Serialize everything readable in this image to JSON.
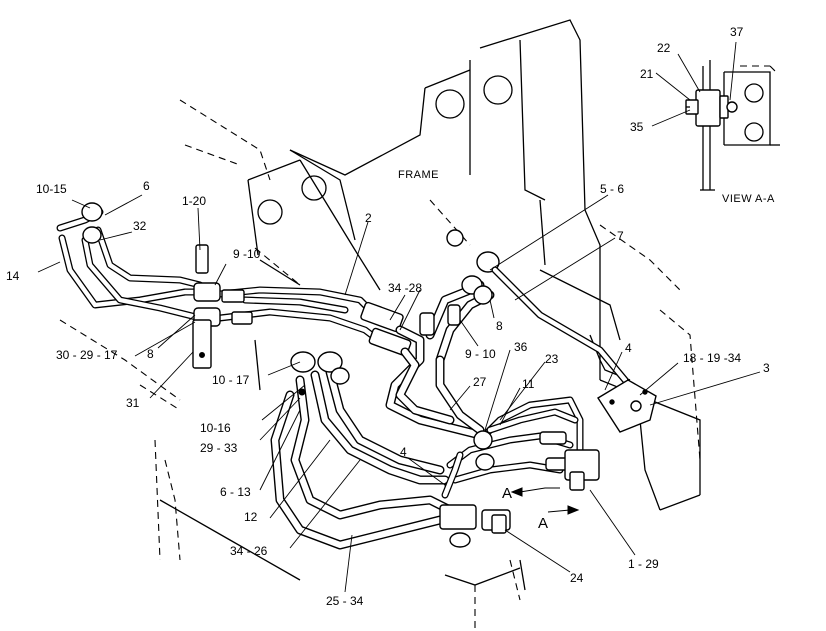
{
  "labels": {
    "frame": "FRAME",
    "view_aa": "VIEW  A-A",
    "section_a_upper": "A",
    "section_a_lower": "A"
  },
  "callouts": [
    {
      "id": "c-10-15",
      "text": "10-15"
    },
    {
      "id": "c-6-top",
      "text": "6"
    },
    {
      "id": "c-32",
      "text": "32"
    },
    {
      "id": "c-14",
      "text": "14"
    },
    {
      "id": "c-1-20",
      "text": "1-20"
    },
    {
      "id": "c-9-10-left",
      "text": "9 -10"
    },
    {
      "id": "c-30-29-17",
      "text": "30 - 29 - 17"
    },
    {
      "id": "c-8-left",
      "text": "8"
    },
    {
      "id": "c-31",
      "text": "31"
    },
    {
      "id": "c-2",
      "text": "2"
    },
    {
      "id": "c-34-28",
      "text": "34 -28"
    },
    {
      "id": "c-5-6",
      "text": "5 - 6"
    },
    {
      "id": "c-7",
      "text": "7"
    },
    {
      "id": "c-8-right",
      "text": "8"
    },
    {
      "id": "c-9-10-right",
      "text": "9 - 10"
    },
    {
      "id": "c-36",
      "text": "36"
    },
    {
      "id": "c-23",
      "text": "23"
    },
    {
      "id": "c-4-right",
      "text": "4"
    },
    {
      "id": "c-18-19-34",
      "text": "18 - 19 -34"
    },
    {
      "id": "c-3",
      "text": "3"
    },
    {
      "id": "c-27",
      "text": "27"
    },
    {
      "id": "c-11",
      "text": "11"
    },
    {
      "id": "c-10-17",
      "text": "10 - 17"
    },
    {
      "id": "c-10-16",
      "text": "10-16"
    },
    {
      "id": "c-29-33",
      "text": "29 - 33"
    },
    {
      "id": "c-4-lower",
      "text": "4"
    },
    {
      "id": "c-6-13",
      "text": "6 - 13"
    },
    {
      "id": "c-12",
      "text": "12"
    },
    {
      "id": "c-34-26",
      "text": "34 - 26"
    },
    {
      "id": "c-25-34",
      "text": "25 - 34"
    },
    {
      "id": "c-24",
      "text": "24"
    },
    {
      "id": "c-1-29",
      "text": "1 - 29"
    },
    {
      "id": "c-22",
      "text": "22"
    },
    {
      "id": "c-37",
      "text": "37"
    },
    {
      "id": "c-21",
      "text": "21"
    },
    {
      "id": "c-35",
      "text": "35"
    }
  ]
}
